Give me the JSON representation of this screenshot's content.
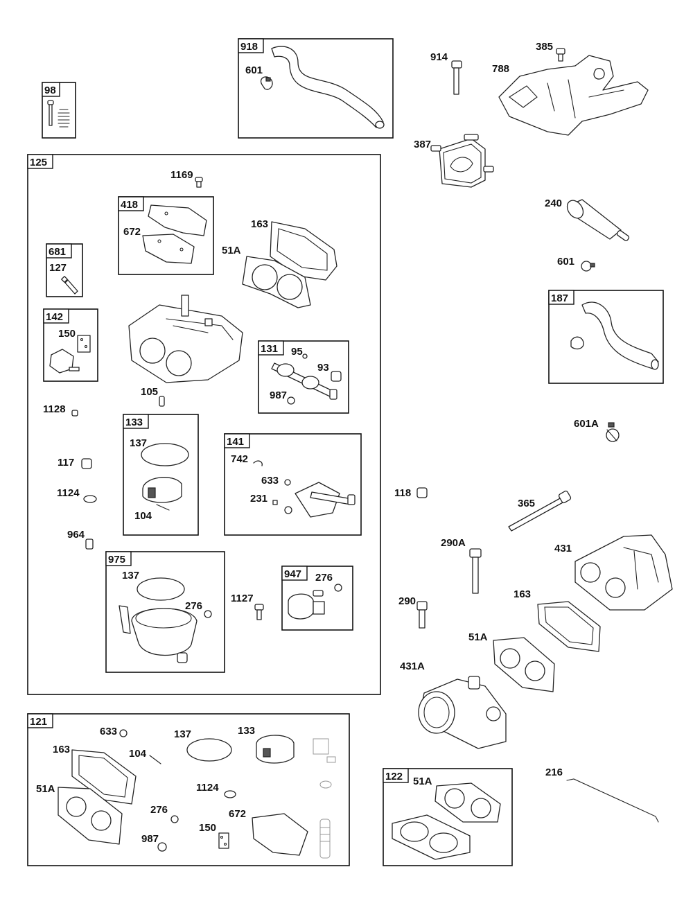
{
  "boxes": {
    "b918": "918",
    "b98": "98",
    "b125": "125",
    "b418": "418",
    "b681": "681",
    "b142": "142",
    "b131": "131",
    "b133": "133",
    "b141": "141",
    "b975": "975",
    "b947": "947",
    "b121": "121",
    "b122": "122",
    "b187": "187"
  },
  "callouts": {
    "c601_918": "601",
    "c914": "914",
    "c385": "385",
    "c788": "788",
    "c387": "387",
    "c240": "240",
    "c601": "601",
    "c601A": "601A",
    "c1169": "1169",
    "c672_418": "672",
    "c163_125": "163",
    "c51A_125": "51A",
    "c127": "127",
    "c150_142": "150",
    "c95": "95",
    "c93": "93",
    "c987_131": "987",
    "c105": "105",
    "c1128": "1128",
    "c137_133": "137",
    "c104_133": "104",
    "c742": "742",
    "c633_141": "633",
    "c231": "231",
    "c117": "117",
    "c1124_125": "1124",
    "c964": "964",
    "c137_975": "137",
    "c276_975": "276",
    "c1127": "1127",
    "c276_947": "276",
    "c118": "118",
    "c365": "365",
    "c290A": "290A",
    "c431": "431",
    "c290": "290",
    "c163_r": "163",
    "c51A_r": "51A",
    "c431A": "431A",
    "c633_121": "633",
    "c163_121": "163",
    "c104_121": "104",
    "c137_121": "137",
    "c133_121": "133",
    "c51A_121": "51A",
    "c1124_121": "1124",
    "c276_121": "276",
    "c672_121": "672",
    "c150_121": "150",
    "c987_121": "987",
    "c51A_122": "51A",
    "c216": "216"
  }
}
